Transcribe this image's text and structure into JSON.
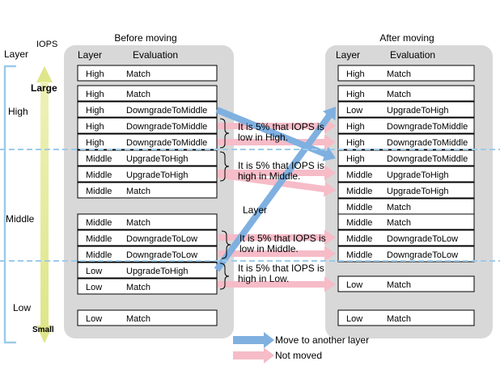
{
  "axis": {
    "iops_label": "IOPS",
    "layer_label": "Layer",
    "large_label": "Large",
    "small_label": "Small",
    "layers": [
      "High",
      "Middle",
      "Low"
    ]
  },
  "before": {
    "title": "Before moving",
    "col_layer": "Layer",
    "col_eval": "Evaluation",
    "rows": [
      {
        "layer": "High",
        "eval": "Match"
      },
      {
        "layer": "High",
        "eval": "Match"
      },
      {
        "layer": "High",
        "eval": "DowngradeToMiddle"
      },
      {
        "layer": "High",
        "eval": "DowngradeToMiddle"
      },
      {
        "layer": "High",
        "eval": "DowngradeToMiddle"
      },
      {
        "layer": "Middle",
        "eval": "UpgradeToHigh"
      },
      {
        "layer": "Middle",
        "eval": "UpgradeToHigh"
      },
      {
        "layer": "Middle",
        "eval": "Match"
      },
      {
        "layer": "Middle",
        "eval": "Match"
      },
      {
        "layer": "Middle",
        "eval": "DowngradeToLow"
      },
      {
        "layer": "Middle",
        "eval": "DowngradeToLow"
      },
      {
        "layer": "Low",
        "eval": "UpgradeToHigh"
      },
      {
        "layer": "Low",
        "eval": "Match"
      },
      {
        "layer": "Low",
        "eval": "Match"
      }
    ]
  },
  "after": {
    "title": "After moving",
    "col_layer": "Layer",
    "col_eval": "Evaluation",
    "rows": [
      {
        "layer": "High",
        "eval": "Match"
      },
      {
        "layer": "High",
        "eval": "Match"
      },
      {
        "layer": "Low",
        "eval": "UpgradeToHigh"
      },
      {
        "layer": "High",
        "eval": "DowngradeToMiddle"
      },
      {
        "layer": "High",
        "eval": "DowngradeToMiddle"
      },
      {
        "layer": "High",
        "eval": "DowngradeToMiddle"
      },
      {
        "layer": "Middle",
        "eval": "UpgradeToHigh"
      },
      {
        "layer": "Middle",
        "eval": "UpgradeToHigh"
      },
      {
        "layer": "Middle",
        "eval": "Match"
      },
      {
        "layer": "Middle",
        "eval": "Match"
      },
      {
        "layer": "Middle",
        "eval": "DowngradeToLow"
      },
      {
        "layer": "Middle",
        "eval": "DowngradeToLow"
      },
      {
        "layer": "Low",
        "eval": "Match"
      },
      {
        "layer": "Low",
        "eval": "Match"
      }
    ]
  },
  "notes": {
    "high": [
      "It is 5% that IOPS is",
      "low in High."
    ],
    "middle_up": [
      "It is 5% that IOPS is",
      "high in Middle."
    ],
    "middle_down": [
      "It is 5% that IOPS is",
      "low in Middle."
    ],
    "low": [
      "It is 5% that IOPS is",
      "high in Low."
    ],
    "layer_label": "Layer"
  },
  "legend": {
    "move": "Move to another layer",
    "not_moved": "Not moved"
  },
  "colors": {
    "move": "#7fb0e0",
    "not_moved": "#f6bcc8",
    "panel": "#d8d8d8",
    "iops_arrow": "#e8eda0",
    "layer_bracket": "#9ccbea",
    "divider": "#9ccbea"
  }
}
